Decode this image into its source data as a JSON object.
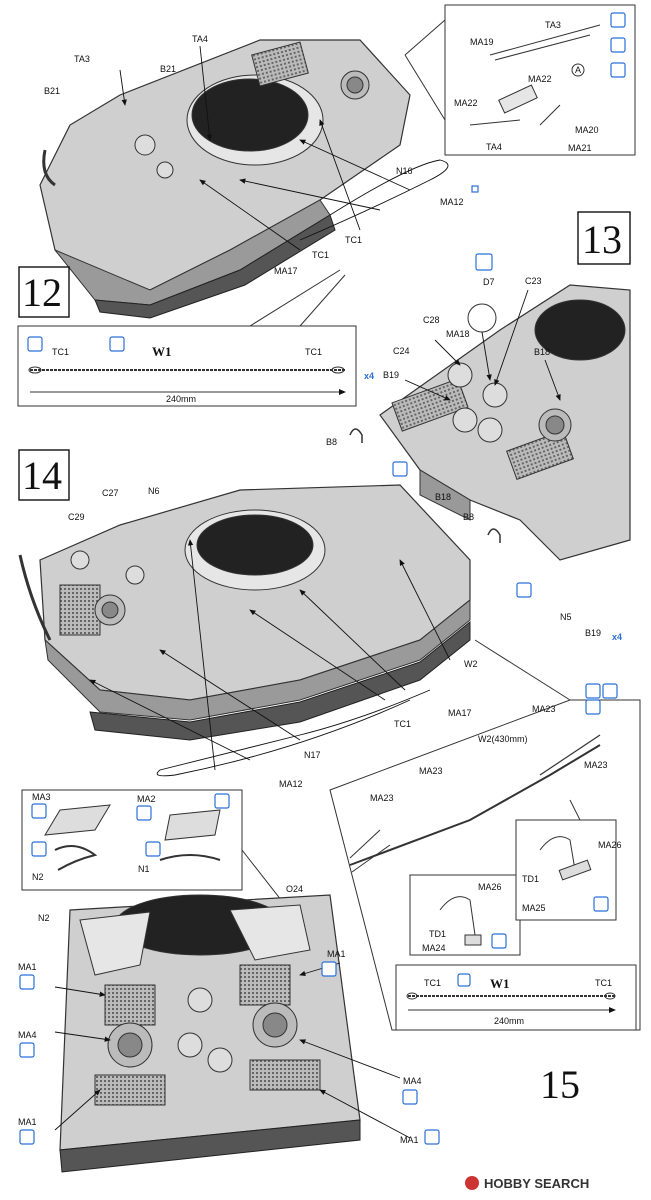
{
  "steps": {
    "s12": "12",
    "s13": "13",
    "s14": "14",
    "s15": "15"
  },
  "step12": {
    "parts": {
      "ta3": "TA3",
      "ta4": "TA4",
      "b21a": "B21",
      "b21b": "B21",
      "n16": "N16",
      "ma12": "MA12",
      "tc1a": "TC1",
      "tc1b": "TC1",
      "ma17": "MA17"
    },
    "detail": {
      "ta3": "TA3",
      "ma19": "MA19",
      "ma22a": "MA22",
      "ma22b": "MA22",
      "ta4": "TA4",
      "ma20": "MA20",
      "ma21": "MA21",
      "circle_a": "A"
    }
  },
  "cable_w1": {
    "tc1_left": "TC1",
    "tc1_right": "TC1",
    "w1": "W1",
    "length": "240mm"
  },
  "step13": {
    "parts": {
      "d7": "D7",
      "c23": "C23",
      "c28": "C28",
      "ma18": "MA18",
      "c24": "C24",
      "b19a": "B19",
      "b18a": "B18",
      "b8a": "B8",
      "b18b": "B18",
      "b8b": "B8",
      "n5": "N5",
      "b19b": "B19"
    },
    "x4a": "x4",
    "x4b": "x4"
  },
  "step14": {
    "parts": {
      "n6": "N6",
      "c27": "C27",
      "c29": "C29",
      "w2": "W2",
      "ma17": "MA17",
      "tc1": "TC1",
      "n17": "N17",
      "ma12": "MA12"
    }
  },
  "cable_w2": {
    "w2": "W2(430mm)",
    "ma23a": "MA23",
    "ma23b": "MA23",
    "ma23c": "MA23",
    "ma23d": "MA23",
    "ma26a": "MA26",
    "td1a": "TD1",
    "ma24": "MA24",
    "ma26b": "MA26",
    "td1b": "TD1",
    "ma25": "MA25"
  },
  "cable_w1_b": {
    "tc1_left": "TC1",
    "tc1_right": "TC1",
    "w1": "W1",
    "length": "240mm"
  },
  "step15": {
    "inset": {
      "ma3": "MA3",
      "ma2": "MA2",
      "n2": "N2",
      "n1": "N1"
    },
    "parts": {
      "n2": "N2",
      "o24": "O24",
      "ma1a": "MA1",
      "ma1b": "MA1",
      "ma4a": "MA4",
      "ma4b": "MA4",
      "ma1c": "MA1",
      "ma1d": "MA1"
    }
  },
  "watermark": "HOBBY SEARCH",
  "colors": {
    "accent": "#2a6fd6",
    "ink": "#111111"
  }
}
